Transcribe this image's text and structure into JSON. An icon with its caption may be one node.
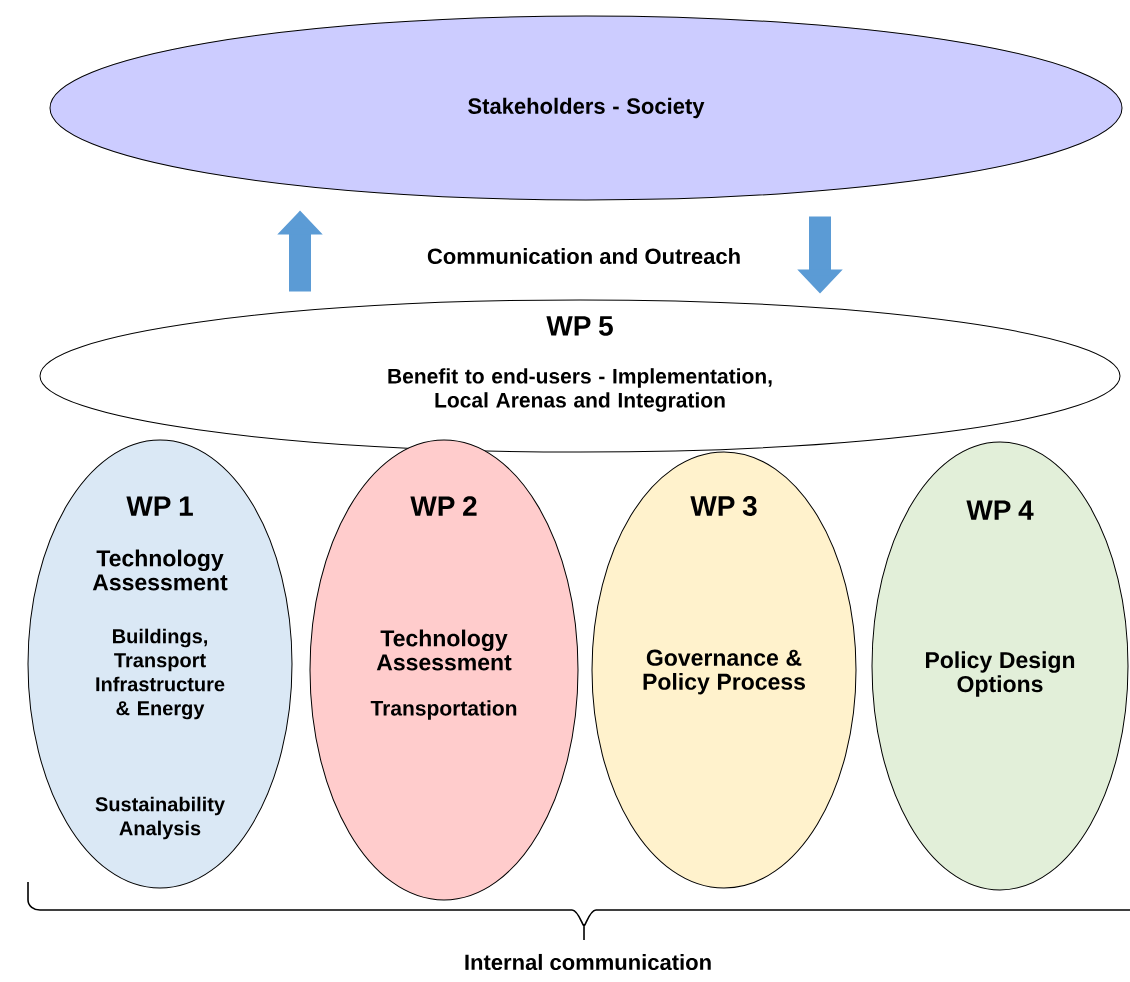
{
  "diagram": {
    "nodes": [
      {
        "text": [
          "Stakeholders - Society"
        ]
      },
      {
        "text": [
          "WP 5",
          "Benefit to end-users - Implementation, Local Arenas and Integration"
        ]
      },
      {
        "text": [
          "WP 1",
          "Technology Assessment",
          "Buildings, Transport Infrastructure & Energy",
          "Sustainability Analysis"
        ]
      },
      {
        "text": [
          "WP 2",
          "Technology Assessment",
          "Transportation"
        ]
      },
      {
        "text": [
          "WP 3",
          "Governance & Policy Process"
        ]
      },
      {
        "text": [
          "WP 4",
          "Policy Design Options"
        ]
      }
    ],
    "edges": [
      {
        "from": 1,
        "to": 0,
        "arrow": "to"
      },
      {
        "from": 0,
        "to": 1,
        "arrow": "to"
      }
    ],
    "labels": [
      "Communication and Outreach",
      "Internal communication"
    ]
  }
}
